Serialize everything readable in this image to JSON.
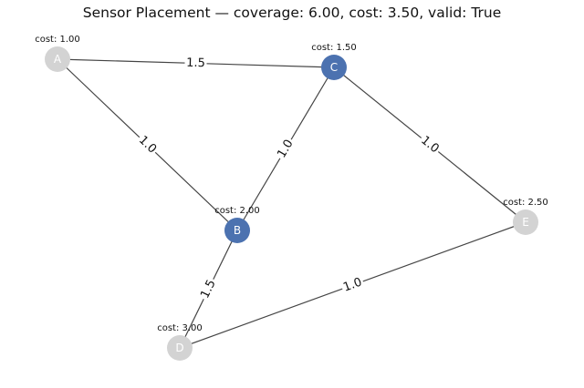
{
  "title": "Sensor Placement — coverage: 6.00, cost: 3.50, valid: True",
  "colors": {
    "selected_node": "#4c72b0",
    "unselected_node": "#d3d3d3",
    "selected_text": "#ffffff",
    "unselected_text": "#ffffff"
  },
  "nodes": [
    {
      "id": "A",
      "label": "A",
      "cost_label": "cost: 1.00",
      "selected": false
    },
    {
      "id": "B",
      "label": "B",
      "cost_label": "cost: 2.00",
      "selected": true
    },
    {
      "id": "C",
      "label": "C",
      "cost_label": "cost: 1.50",
      "selected": true
    },
    {
      "id": "D",
      "label": "D",
      "cost_label": "cost: 3.00",
      "selected": false
    },
    {
      "id": "E",
      "label": "E",
      "cost_label": "cost: 2.50",
      "selected": false
    }
  ],
  "edges": [
    {
      "from": "A",
      "to": "C",
      "label": "1.5"
    },
    {
      "from": "A",
      "to": "B",
      "label": "1.0"
    },
    {
      "from": "B",
      "to": "C",
      "label": "1.0"
    },
    {
      "from": "C",
      "to": "E",
      "label": "1.0"
    },
    {
      "from": "B",
      "to": "D",
      "label": "1.5"
    },
    {
      "from": "D",
      "to": "E",
      "label": "1.0"
    }
  ]
}
